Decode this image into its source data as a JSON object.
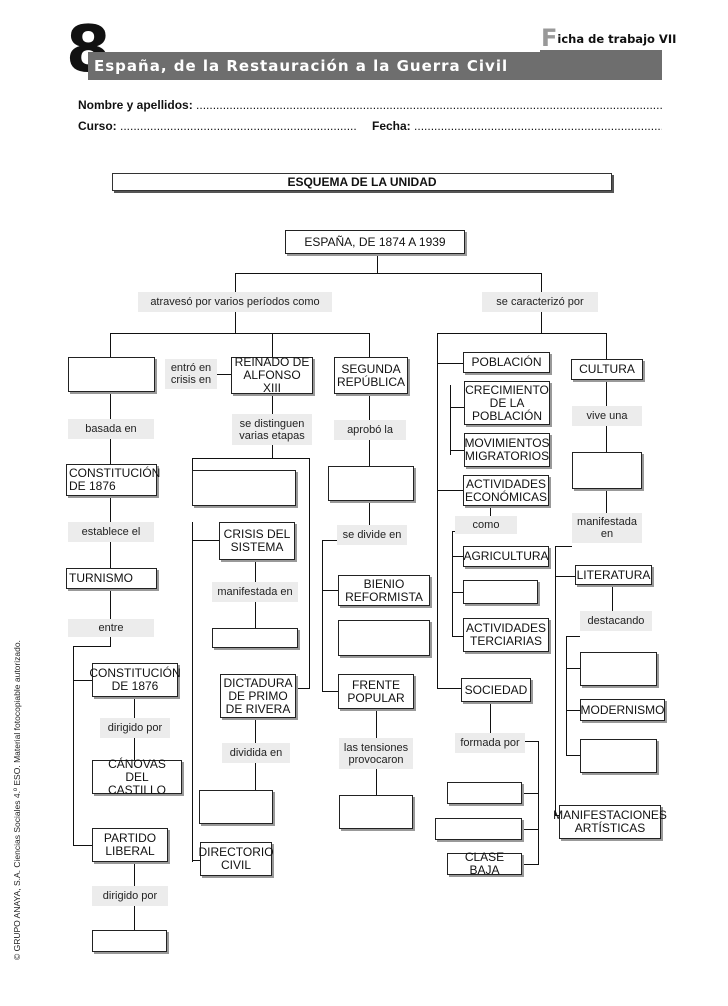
{
  "header": {
    "number": "8",
    "title": "España, de la Restauración a la Guerra Civil",
    "ficha_initial": "F",
    "ficha_rest": "icha de trabajo VII",
    "name_label": "Nombre y apellidos:",
    "course_label": "Curso:",
    "date_label": "Fecha:",
    "dots_long": "......................................................................................................................................................................................................",
    "dots_course": ".............................................................................................",
    "dots_date": ".............................................................................................",
    "side_note": "© GRUPO ANAYA, S.A. Ciencias Sociales 4.º ESO. Material fotocopiable autorizado."
  },
  "diagram": {
    "section_title": "ESQUEMA DE LA UNIDAD",
    "root": "ESPAÑA, DE 1874 A 1939",
    "periods_link": "atravesó por varios períodos como",
    "features_link": "se caracterizó por",
    "restoration": {
      "crisis_link": "entró en crisis en",
      "based_link": "basada en",
      "constitution": "CONSTITUCIÓN DE 1876",
      "establishes_link": "establece el",
      "turnismo": "TURNISMO",
      "between_link": "entre",
      "party1": "CONSTITUCIÓN DE 1876",
      "led_by_1": "dirigido por",
      "leader1": "CÁNOVAS DEL CASTILLO",
      "party2": "PARTIDO LIBERAL",
      "led_by_2": "dirigido por"
    },
    "alfonso": {
      "title": "REINADO DE ALFONSO XIII",
      "stages_link": "se distinguen varias etapas",
      "crisis": "CRISIS DEL SISTEMA",
      "manifested_link": "manifestada en",
      "dictatorship": "DICTADURA DE PRIMO DE RIVERA",
      "divided_link": "dividida en",
      "directorate": "DIRECTORIO CIVIL"
    },
    "republic": {
      "title": "SEGUNDA REPÚBLICA",
      "approved_link": "aprobó la",
      "divided_link": "se divide en",
      "bienio": "BIENIO REFORMISTA",
      "frente": "FRENTE POPULAR",
      "tensions_link": "las tensiones provocaron"
    },
    "features": {
      "population": "POBLACIÓN",
      "growth": "CRECIMIENTO DE LA POBLACIÓN",
      "migration": "MOVIMIENTOS MIGRATORIOS",
      "economic": "ACTIVIDADES ECONÓMICAS",
      "as_link": "como",
      "agriculture": "AGRICULTURA",
      "tertiary": "ACTIVIDADES TERCIARIAS",
      "society": "SOCIEDAD",
      "formed_link": "formada por",
      "lower_class": "CLASE BAJA"
    },
    "culture": {
      "title": "CULTURA",
      "lives_link": "vive una",
      "manifested_link": "manifestada en",
      "literature": "LITERATURA",
      "highlighting_link": "destacando",
      "modernism": "MODERNISMO",
      "arts": "MANIFESTACIONES ARTÍSTICAS"
    }
  }
}
